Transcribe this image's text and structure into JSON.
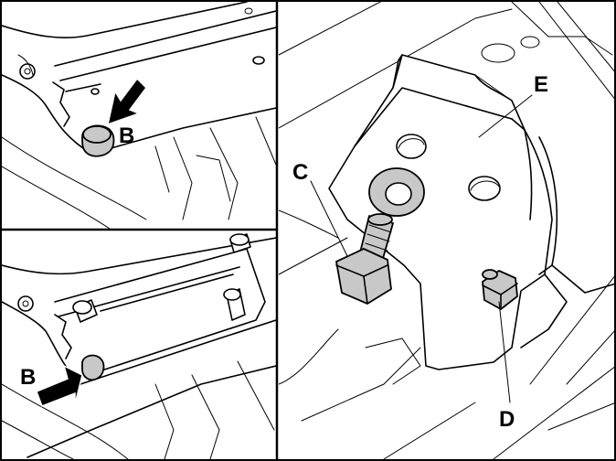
{
  "labels": {
    "b_top": "B",
    "b_bottom": "B",
    "c": "C",
    "d": "D",
    "e": "E"
  },
  "colors": {
    "line": "#000000",
    "part_fill": "#c8c8c8",
    "background": "#ffffff"
  }
}
